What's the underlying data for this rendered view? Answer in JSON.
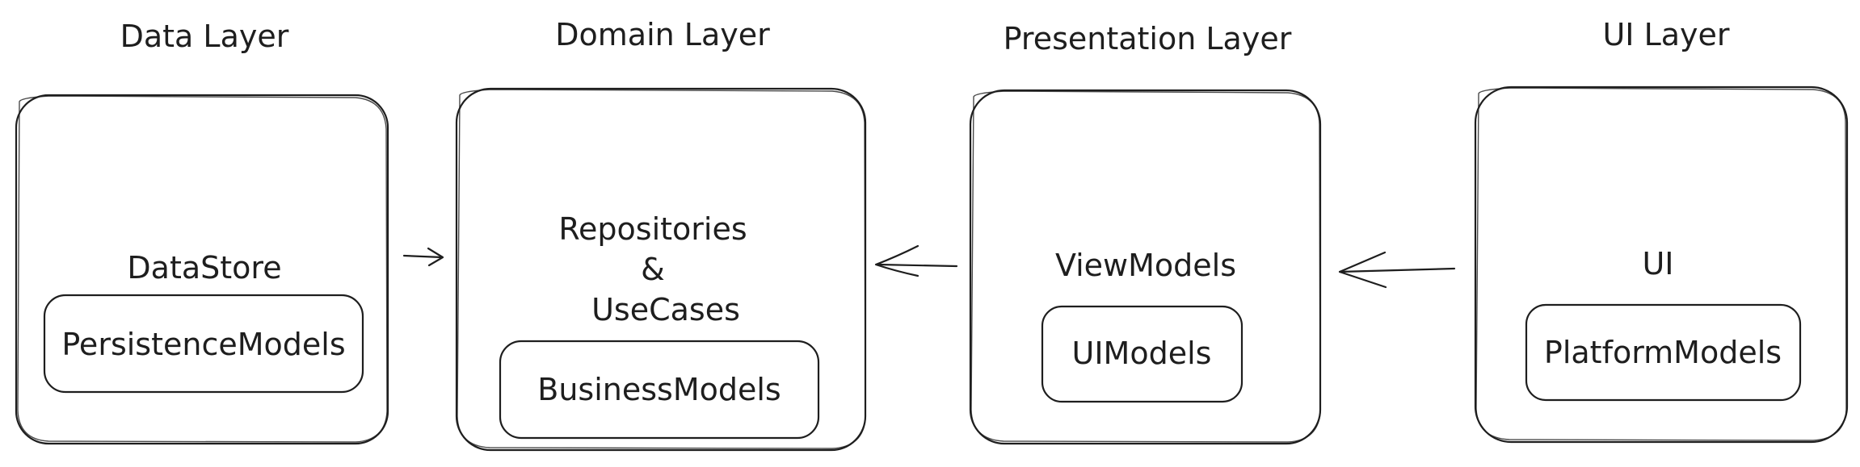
{
  "diagram": {
    "layers": [
      {
        "title": "Data Layer",
        "main_label": "DataStore",
        "model_label": "PersistenceModels"
      },
      {
        "title": "Domain Layer",
        "main_label_lines": [
          "Repositories",
          "&",
          "UseCases"
        ],
        "model_label": "BusinessModels"
      },
      {
        "title": "Presentation Layer",
        "main_label": "ViewModels",
        "model_label": "UIModels"
      },
      {
        "title": "UI Layer",
        "main_label": "UI",
        "model_label": "PlatformModels"
      }
    ],
    "stroke_color": "#1e1e1e",
    "background_color": "#ffffff"
  }
}
